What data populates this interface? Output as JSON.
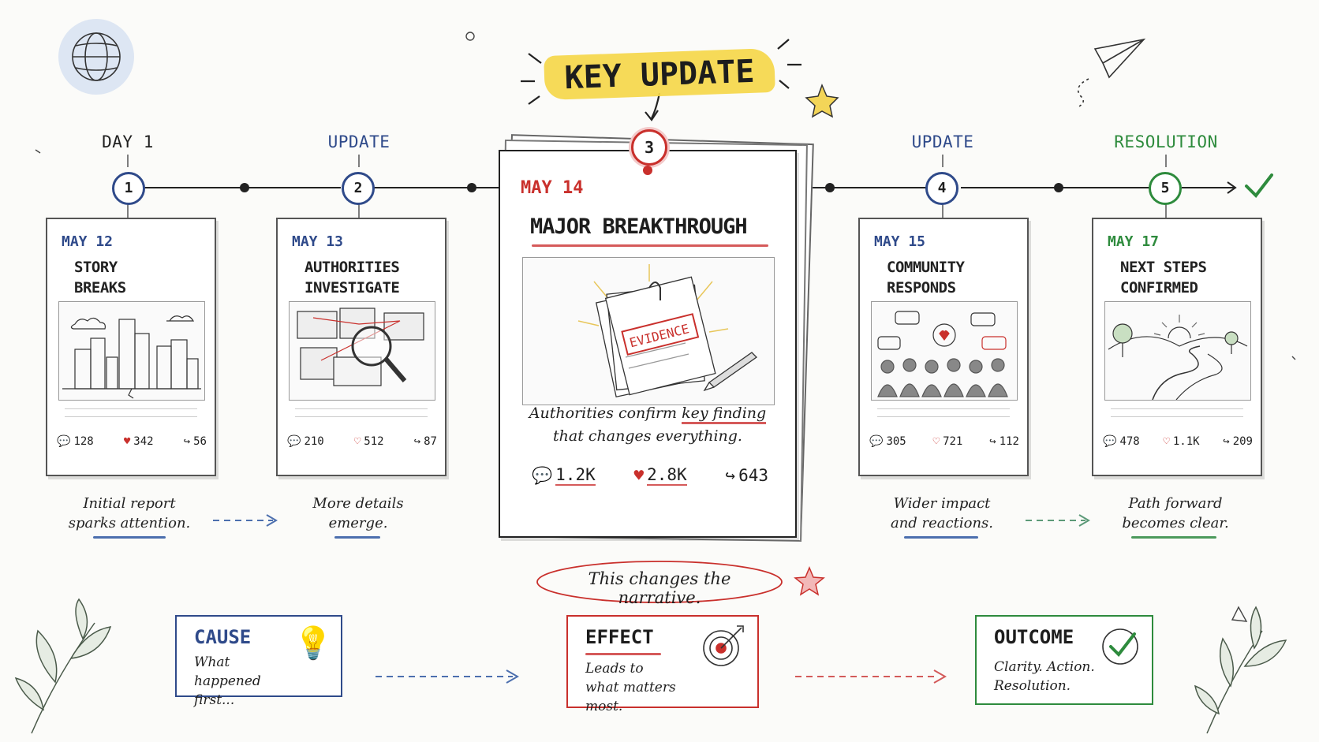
{
  "banner": "KEY UPDATE",
  "stages": [
    {
      "label": "DAY 1",
      "num": "1",
      "color": "#2f4a8a"
    },
    {
      "label": "UPDATE",
      "num": "2",
      "color": "#2f4a8a"
    },
    {
      "label": "",
      "num": "3",
      "color": "#c9302c"
    },
    {
      "label": "UPDATE",
      "num": "4",
      "color": "#2f4a8a"
    },
    {
      "label": "RESOLUTION",
      "num": "5",
      "color": "#2e8b3d"
    }
  ],
  "cards": [
    {
      "date": "MAY 12",
      "title_1": "STORY",
      "title_2": "BREAKS",
      "comments": "128",
      "likes": "342",
      "shares": "56",
      "caption_1": "Initial report",
      "caption_2": "sparks attention."
    },
    {
      "date": "MAY 13",
      "title_1": "AUTHORITIES",
      "title_2": "INVESTIGATE",
      "comments": "210",
      "likes": "512",
      "shares": "87",
      "caption_1": "More details",
      "caption_2": "emerge."
    },
    {
      "date": "MAY 15",
      "title_1": "COMMUNITY",
      "title_2": "RESPONDS",
      "comments": "305",
      "likes": "721",
      "shares": "112",
      "caption_1": "Wider impact",
      "caption_2": "and reactions."
    },
    {
      "date": "MAY 17",
      "title_1": "NEXT STEPS",
      "title_2": "CONFIRMED",
      "comments": "478",
      "likes": "1.1K",
      "shares": "209",
      "caption_1": "Path forward",
      "caption_2": "becomes clear."
    }
  ],
  "feature": {
    "date": "MAY 14",
    "title": "MAJOR BREAKTHROUGH",
    "stamp": "EVIDENCE",
    "desc_pre": "Authorities confirm ",
    "desc_key": "key finding",
    "desc_2": "that changes everything.",
    "comments": "1.2K",
    "likes": "2.8K",
    "shares": "643"
  },
  "note": "This changes the narrative.",
  "boxes": [
    {
      "title": "CAUSE",
      "sub": "What happened first...",
      "color": "#2f4a8a"
    },
    {
      "title": "EFFECT",
      "sub": "Leads to what matters most.",
      "color": "#c9302c"
    },
    {
      "title": "OUTCOME",
      "sub": "Clarity. Action. Resolution.",
      "color": "#2e8b3d"
    }
  ],
  "colors": {
    "blue": "#2f4a8a",
    "red": "#c9302c",
    "green": "#2e8b3d",
    "yellow": "#f5d74a"
  }
}
